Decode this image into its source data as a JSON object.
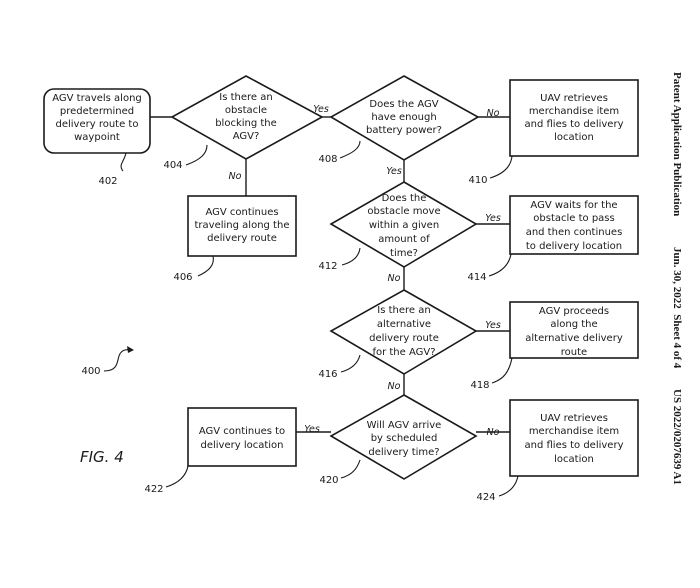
{
  "figure": {
    "label": "FIG. 4",
    "ref": "400"
  },
  "header": {
    "publication": "Patent Application Publication",
    "date_sheet": "Jun. 30, 2022  Sheet 4 of 4",
    "number": "US 2022/0207639 A1"
  },
  "nodes": {
    "n402": {
      "ref": "402",
      "type": "rounded-box",
      "lines": [
        "AGV travels along",
        "predetermined",
        "delivery route to",
        "waypoint"
      ]
    },
    "n404": {
      "ref": "404",
      "type": "decision",
      "lines": [
        "Is there an",
        "obstacle",
        "blocking the",
        "AGV?"
      ]
    },
    "n406": {
      "ref": "406",
      "type": "box",
      "lines": [
        "AGV continues",
        "traveling along the",
        "delivery route"
      ]
    },
    "n408": {
      "ref": "408",
      "type": "decision",
      "lines": [
        "Does the AGV",
        "have enough",
        "battery power?"
      ]
    },
    "n410": {
      "ref": "410",
      "type": "box",
      "lines": [
        "UAV retrieves",
        "merchandise item",
        "and flies to delivery",
        "location"
      ]
    },
    "n412": {
      "ref": "412",
      "type": "decision",
      "lines": [
        "Does the",
        "obstacle move",
        "within a given",
        "amount of",
        "time?"
      ]
    },
    "n414": {
      "ref": "414",
      "type": "box",
      "lines": [
        "AGV waits for the",
        "obstacle to pass",
        "and then continues",
        "to delivery location"
      ]
    },
    "n416": {
      "ref": "416",
      "type": "decision",
      "lines": [
        "Is there an",
        "alternative",
        "delivery route",
        "for the AGV?"
      ]
    },
    "n418": {
      "ref": "418",
      "type": "box",
      "lines": [
        "AGV proceeds",
        "along the",
        "alternative delivery",
        "route"
      ]
    },
    "n420": {
      "ref": "420",
      "type": "decision",
      "lines": [
        "Will AGV arrive",
        "by scheduled",
        "delivery time?"
      ]
    },
    "n422": {
      "ref": "422",
      "type": "box",
      "lines": [
        "AGV continues to",
        "delivery location"
      ]
    },
    "n424": {
      "ref": "424",
      "type": "box",
      "lines": [
        "UAV retrieves",
        "merchandise item",
        "and flies to delivery",
        "location"
      ]
    }
  },
  "edges": [
    {
      "from": "402",
      "to": "404",
      "label": ""
    },
    {
      "from": "404",
      "to": "408",
      "label": "Yes"
    },
    {
      "from": "404",
      "to": "406",
      "label": "No"
    },
    {
      "from": "408",
      "to": "410",
      "label": "No"
    },
    {
      "from": "408",
      "to": "412",
      "label": "Yes"
    },
    {
      "from": "412",
      "to": "414",
      "label": "Yes"
    },
    {
      "from": "412",
      "to": "416",
      "label": "No"
    },
    {
      "from": "416",
      "to": "418",
      "label": "Yes"
    },
    {
      "from": "416",
      "to": "420",
      "label": "No"
    },
    {
      "from": "420",
      "to": "422",
      "label": "Yes"
    },
    {
      "from": "420",
      "to": "424",
      "label": "No"
    }
  ]
}
